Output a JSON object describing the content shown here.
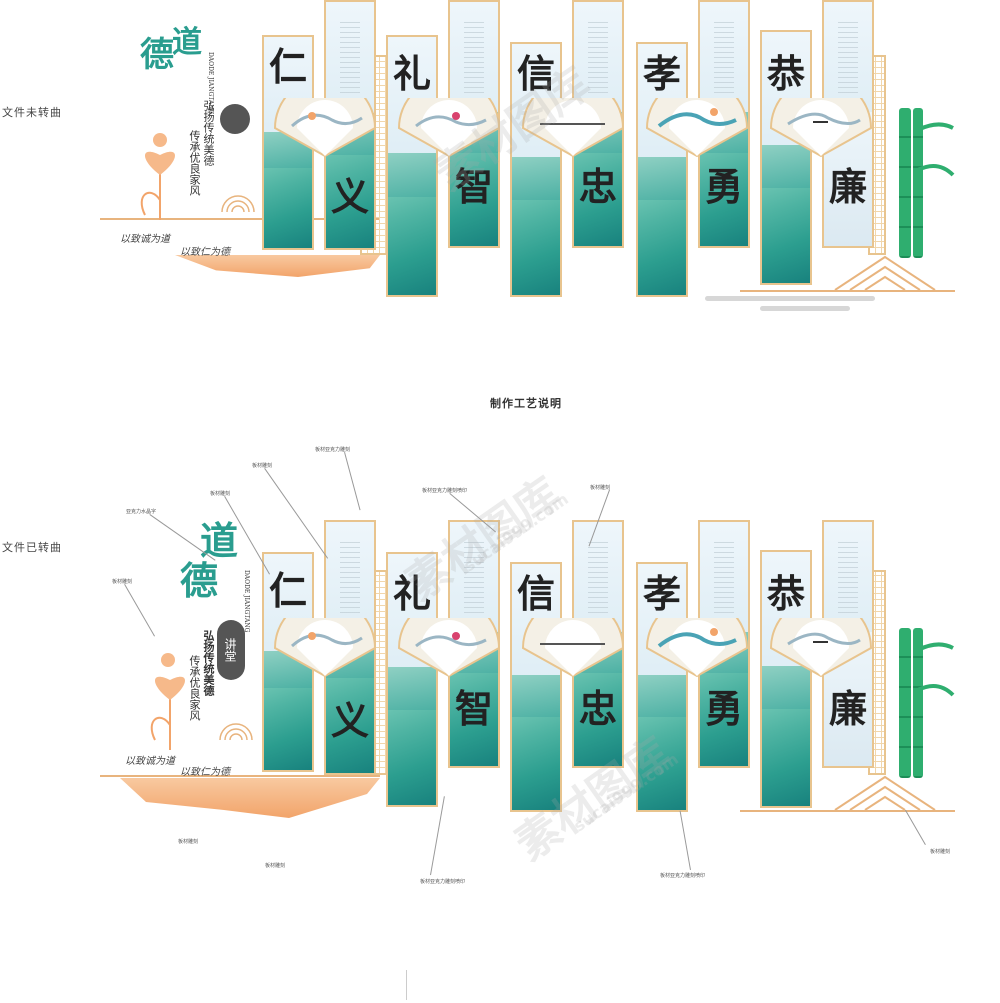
{
  "side_labels": {
    "unconverted": "文件未转曲",
    "converted": "文件已转曲"
  },
  "caption": "制作工艺说明",
  "brand": {
    "title_char_1": "道",
    "title_char_2": "德",
    "badge_text": "讲堂",
    "pinyin": "DAODE JIANGTANG",
    "slogan_1": "弘扬传统美德",
    "slogan_2": "传承优良家风",
    "motto_1": "以致诚为道",
    "motto_2": "以致仁为德"
  },
  "virtues_top": [
    "仁",
    "礼",
    "信",
    "孝",
    "恭"
  ],
  "virtues_bottom": [
    "义",
    "智",
    "忠",
    "勇",
    "廉"
  ],
  "annotations": {
    "a1": "板材亚克力雕刻",
    "a2": "板材雕刻",
    "a3": "板材雕刻",
    "a4": "亚克力水晶字",
    "a5": "板材雕刻",
    "a6": "板材亚克力雕刻喷印",
    "a7": "板材雕刻",
    "a8": "板材雕刻",
    "a9": "板材雕刻",
    "a10": "板材亚克力雕刻喷印",
    "a11": "板材亚克力雕刻喷印",
    "a12": "板材雕刻"
  },
  "watermark": {
    "text_1": "素材图库",
    "text_2": "sucai999.com"
  },
  "colors": {
    "teal": "#2a9d8f",
    "gold": "#e8c48e",
    "orange": "#f2a46a",
    "bamboo": "#2fae6f"
  }
}
